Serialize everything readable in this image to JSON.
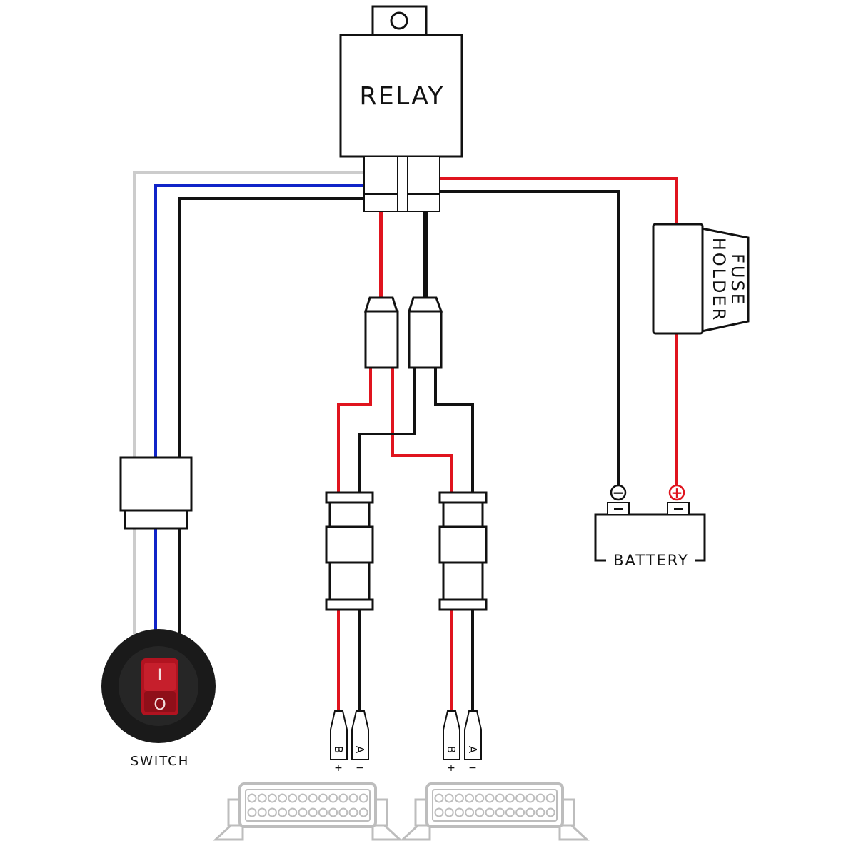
{
  "labels": {
    "relay": "RELAY",
    "fuse_line1": "FUSE",
    "fuse_line2": "HOLDER",
    "battery": "BATTERY",
    "switch": "SWITCH",
    "switch_on": "I",
    "switch_off": "O",
    "battery_neg": "−",
    "battery_pos": "+",
    "conn_b": "B",
    "conn_a": "A",
    "sign_plus": "+",
    "sign_minus": "−"
  },
  "colors": {
    "red_wire": "#e0141e",
    "black_wire": "#111111",
    "blue_wire": "#1024c8",
    "gray_wire": "#cccccc",
    "switch_red": "#b11320",
    "lightbar_gray": "#bdbdbd"
  }
}
